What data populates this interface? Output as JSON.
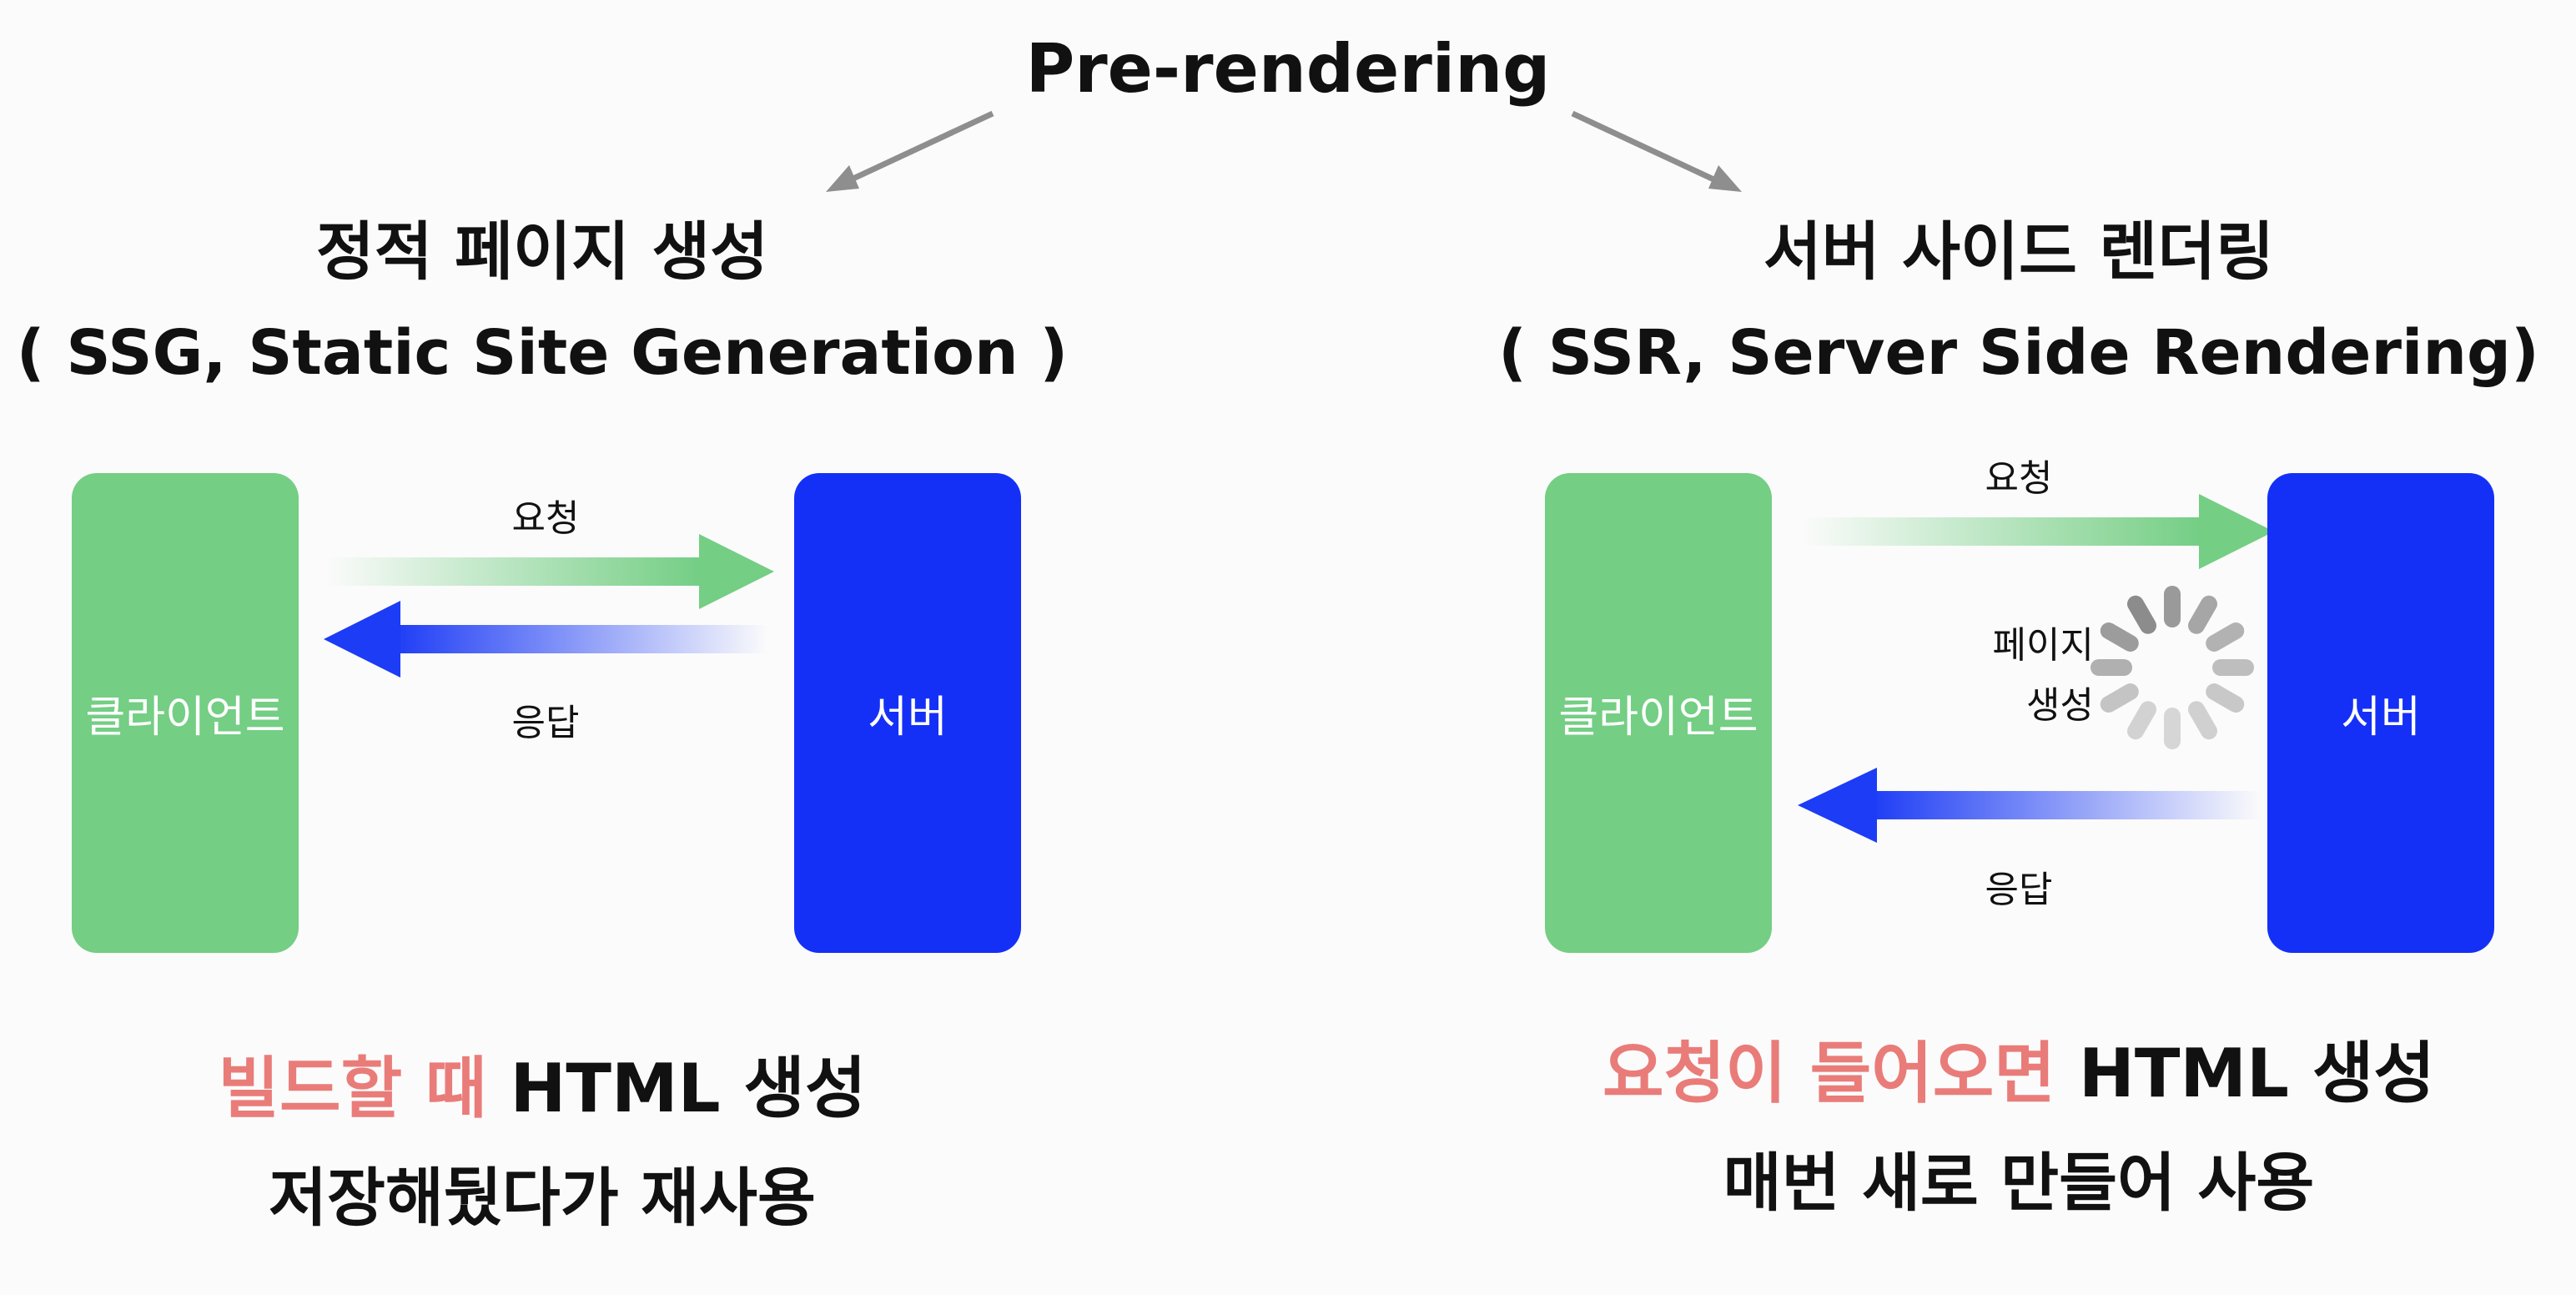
{
  "title": "Pre-rendering",
  "left": {
    "heading": "정적 페이지 생성",
    "subheading": "( SSG, Static Site Generation )",
    "client_label": "클라이언트",
    "server_label": "서버",
    "request_label": "요청",
    "response_label": "응답",
    "caption_accent": "빌드할 때",
    "caption_rest": "HTML 생성",
    "caption_line2": "저장해뒀다가 재사용"
  },
  "right": {
    "heading": "서버 사이드 렌더링",
    "subheading": "( SSR, Server Side Rendering)",
    "client_label": "클라이언트",
    "server_label": "서버",
    "request_label": "요청",
    "response_label": "응답",
    "generating_label_1": "페이지",
    "generating_label_2": "생성",
    "caption_accent": "요청이 들어오면",
    "caption_rest": "HTML 생성",
    "caption_line2": "매번 새로 만들어 사용"
  },
  "colors": {
    "client": "#74ce84",
    "server": "#1530f6",
    "accent": "#e97c79",
    "arrow_gray": "#8e8e8e"
  }
}
